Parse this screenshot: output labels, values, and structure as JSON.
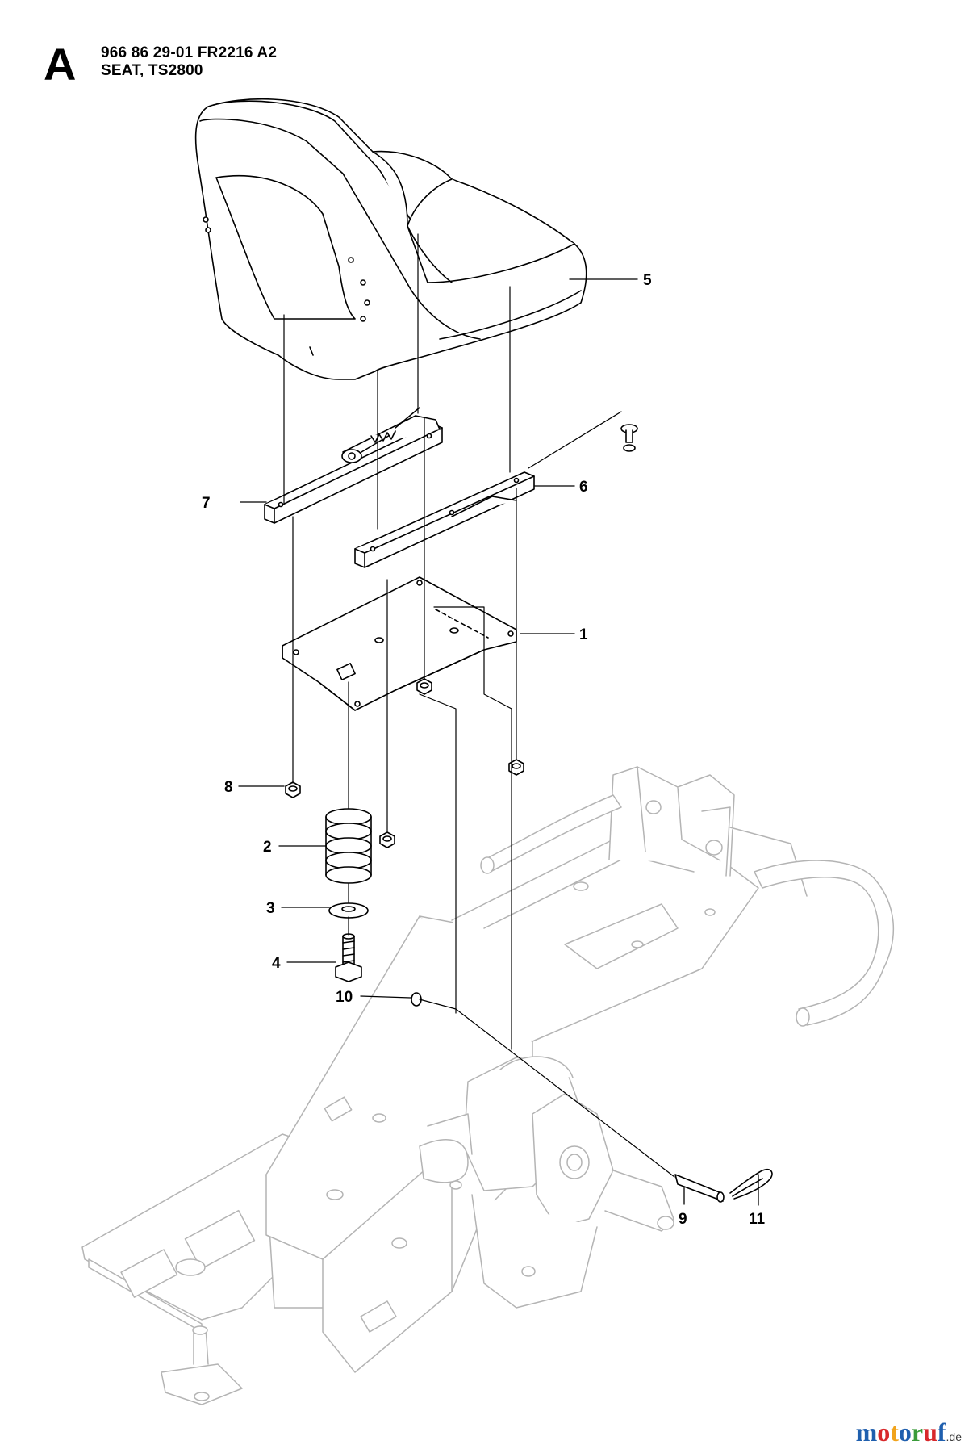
{
  "header": {
    "section_letter": "A",
    "part_code": "966 86 29-01 FR2216 A2",
    "description": "SEAT, TS2800"
  },
  "callouts": [
    {
      "number": "1",
      "part": "seat-plate"
    },
    {
      "number": "2",
      "part": "spring"
    },
    {
      "number": "3",
      "part": "washer"
    },
    {
      "number": "4",
      "part": "bolt"
    },
    {
      "number": "5",
      "part": "seat"
    },
    {
      "number": "6",
      "part": "slide-rail-right"
    },
    {
      "number": "7",
      "part": "slide-rail-left"
    },
    {
      "number": "8",
      "part": "lock-nut"
    },
    {
      "number": "9",
      "part": "pivot-pin"
    },
    {
      "number": "10",
      "part": "small-washer"
    },
    {
      "number": "11",
      "part": "hair-pin-clip"
    }
  ],
  "watermark": {
    "letters": [
      "m",
      "o",
      "t",
      "o",
      "r",
      "u",
      "f"
    ],
    "colors": [
      "#1f5fae",
      "#d8282b",
      "#f1a31b",
      "#1f5fae",
      "#3a9b3a",
      "#d8282b",
      "#1f5fae"
    ],
    "suffix": ".de"
  },
  "colors": {
    "line": "#000000",
    "frame": "#b8b8b8"
  }
}
